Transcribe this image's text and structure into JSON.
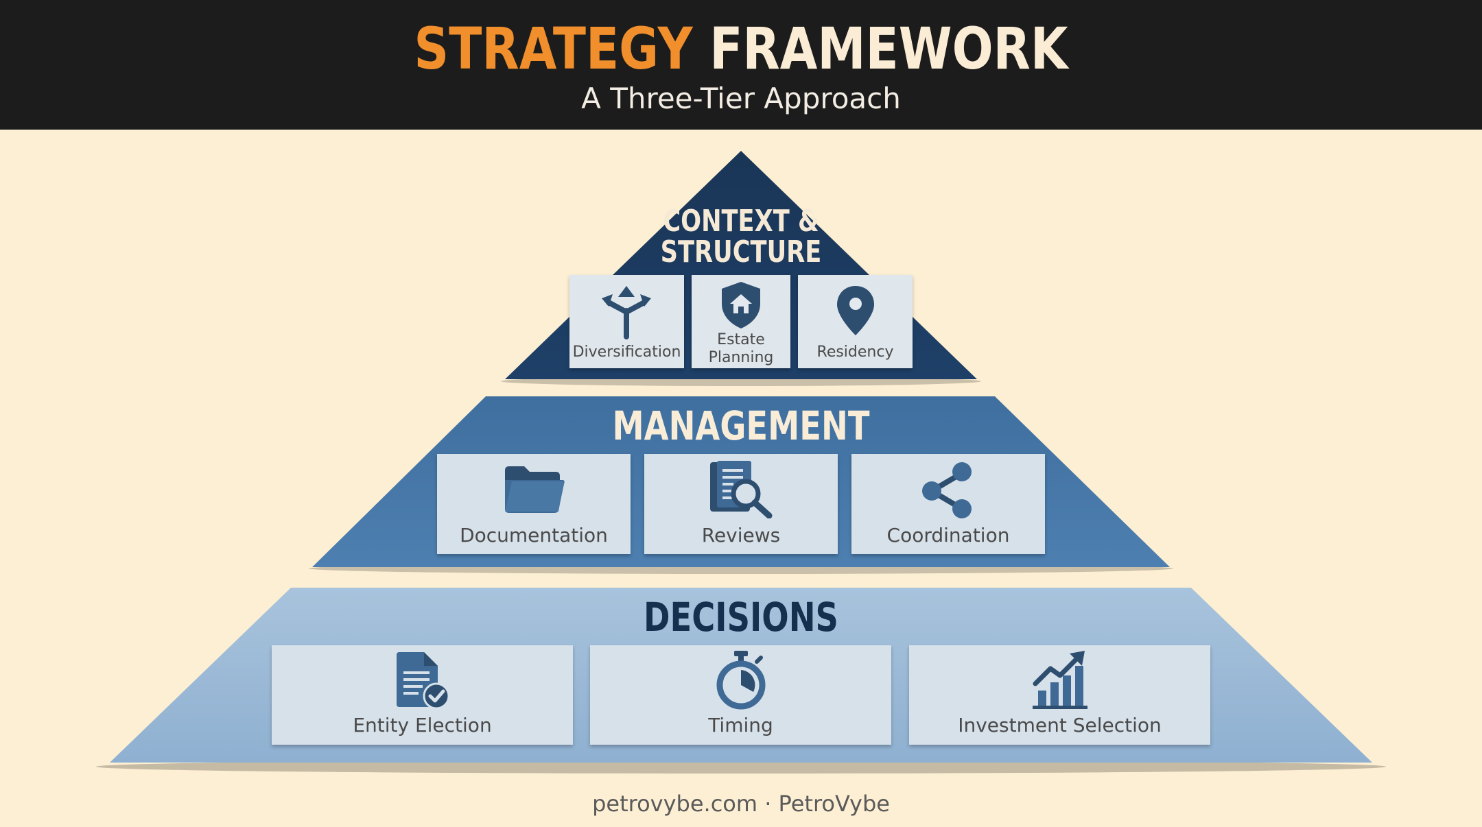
{
  "header": {
    "title_part1": "STRATEGY",
    "title_part2": "FRAMEWORK",
    "subtitle": "A Three-Tier Approach"
  },
  "tiers": {
    "top": {
      "title_line1": "CONTEXT &",
      "title_line2": "STRUCTURE",
      "items": [
        {
          "label": "Diversification",
          "icon": "split-arrows-icon"
        },
        {
          "label_line1": "Estate",
          "label_line2": "Planning",
          "icon": "shield-home-icon"
        },
        {
          "label": "Residency",
          "icon": "location-pin-icon"
        }
      ]
    },
    "middle": {
      "title": "MANAGEMENT",
      "items": [
        {
          "label": "Documentation",
          "icon": "folder-icon"
        },
        {
          "label": "Reviews",
          "icon": "document-search-icon"
        },
        {
          "label": "Coordination",
          "icon": "share-icon"
        }
      ]
    },
    "bottom": {
      "title": "DECISIONS",
      "items": [
        {
          "label": "Entity Election",
          "icon": "document-check-icon"
        },
        {
          "label": "Timing",
          "icon": "stopwatch-icon"
        },
        {
          "label": "Investment Selection",
          "icon": "growth-chart-icon"
        }
      ]
    }
  },
  "colors": {
    "header_bg": "#1c1c1c",
    "accent_orange": "#f18f2c",
    "top_tier": "#1b3a5e",
    "middle_tier": "#4677a8",
    "bottom_tier": "#9ab8d6",
    "icon": "#3c5f86",
    "page_bg": "#fdefd3"
  },
  "footer": {
    "text": "petrovybe.com · PetroVybe"
  }
}
